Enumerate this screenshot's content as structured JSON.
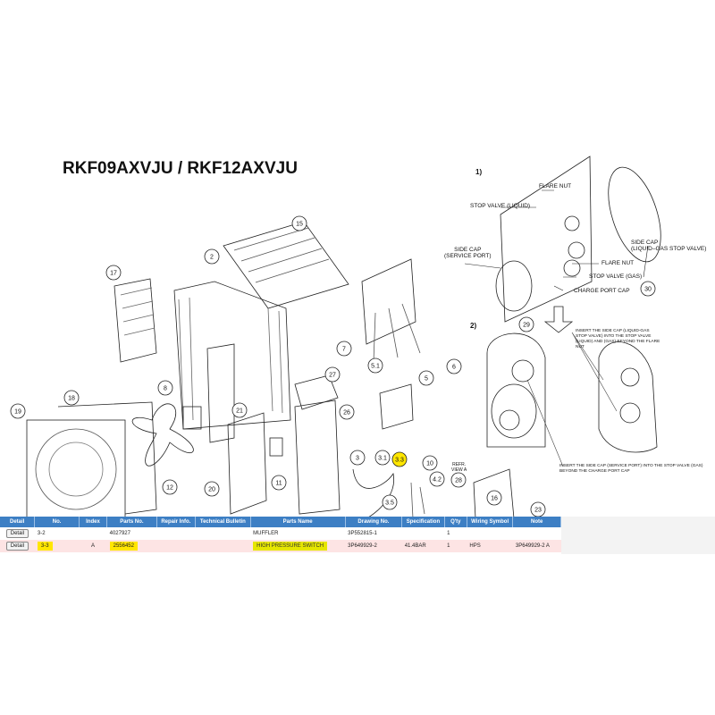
{
  "title": "RKF09AXVJU / RKF12AXVJU",
  "callouts": [
    "15",
    "2",
    "17",
    "7",
    "5.1",
    "6",
    "5",
    "27",
    "8",
    "21",
    "26",
    "18",
    "19",
    "3",
    "3.1",
    "3.3",
    "10",
    "4.2",
    "28",
    "16",
    "20",
    "12",
    "11",
    "3.5",
    "23",
    "29",
    "30"
  ],
  "detail": {
    "step1": "1)",
    "step2": "2)",
    "labels": {
      "flare_nut_1": "FLARE NUT",
      "stop_valve_liquid": "STOP VALVE (LIQUID)",
      "side_cap_service": "SIDE CAP\n(SERVICE PORT)",
      "side_cap_liquid_gas": "SIDE CAP\n(LIQUID–GAS STOP VALVE)",
      "flare_nut_2": "FLARE NUT",
      "stop_valve_gas": "STOP VALVE (GAS)",
      "charge_port_cap": "CHARGE PORT CAP",
      "refr_view": "REFR.\nVIEW A"
    },
    "note1": "INSERT THE SIDE CAP (LIQUID-GAS STOP VALVE) INTO THE STOP VALVE (LIQUID) AND (GAS) BEYOND THE FLARE NUT",
    "note2": "INSERT THE SIDE CAP (SERVICE PORT) INTO THE STOP VALVE (GAS) BEYOND THE CHARGE PORT CAP"
  },
  "table": {
    "headers": [
      "Detail",
      "No.",
      "Index",
      "Parts No.",
      "Repair Info.",
      "Technical Bulletin",
      "Parts Name",
      "Drawing No.",
      "Specification",
      "Q'ty",
      "Wiring Symbol",
      "Note"
    ],
    "rows": [
      {
        "detail": "Detail",
        "no": "3-2",
        "index": "",
        "parts_no": "4027927",
        "repair": "",
        "bulletin": "",
        "name": "MUFFLER",
        "drawing": "3P552815-1",
        "spec": "",
        "qty": "1",
        "wiring": "",
        "note": ""
      },
      {
        "detail": "Detail",
        "no": "3-3",
        "index": "A",
        "parts_no": "2556452",
        "repair": "",
        "bulletin": "",
        "name": "HIGH PRESSURE SWITCH",
        "drawing": "3P649929-2",
        "spec": "41.4BAR",
        "qty": "1",
        "wiring": "HPS",
        "note": "3P649929-2 A"
      }
    ]
  }
}
